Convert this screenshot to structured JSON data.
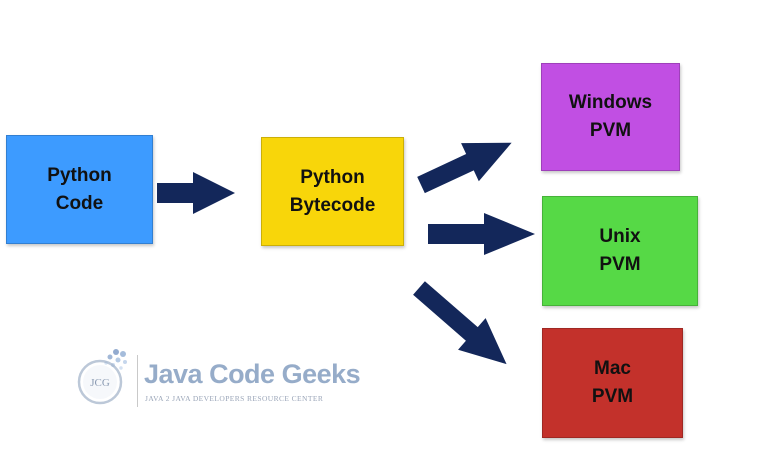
{
  "boxes": {
    "python_code": {
      "line1": "Python",
      "line2": "Code",
      "color": "#3d9bff"
    },
    "python_bytecode": {
      "line1": "Python",
      "line2": "Bytecode",
      "color": "#f8d60a"
    },
    "windows_pvm": {
      "line1": "Windows",
      "line2": "PVM",
      "color": "#c14fe3"
    },
    "unix_pvm": {
      "line1": "Unix",
      "line2": "PVM",
      "color": "#56d946"
    },
    "mac_pvm": {
      "line1": "Mac",
      "line2": "PVM",
      "color": "#c3312b"
    }
  },
  "arrow_color": "#13275a",
  "logo": {
    "emblem_text": "JCG",
    "name": "Java Code Geeks",
    "tagline": "JAVA 2 JAVA DEVELOPERS RESOURCE CENTER"
  }
}
